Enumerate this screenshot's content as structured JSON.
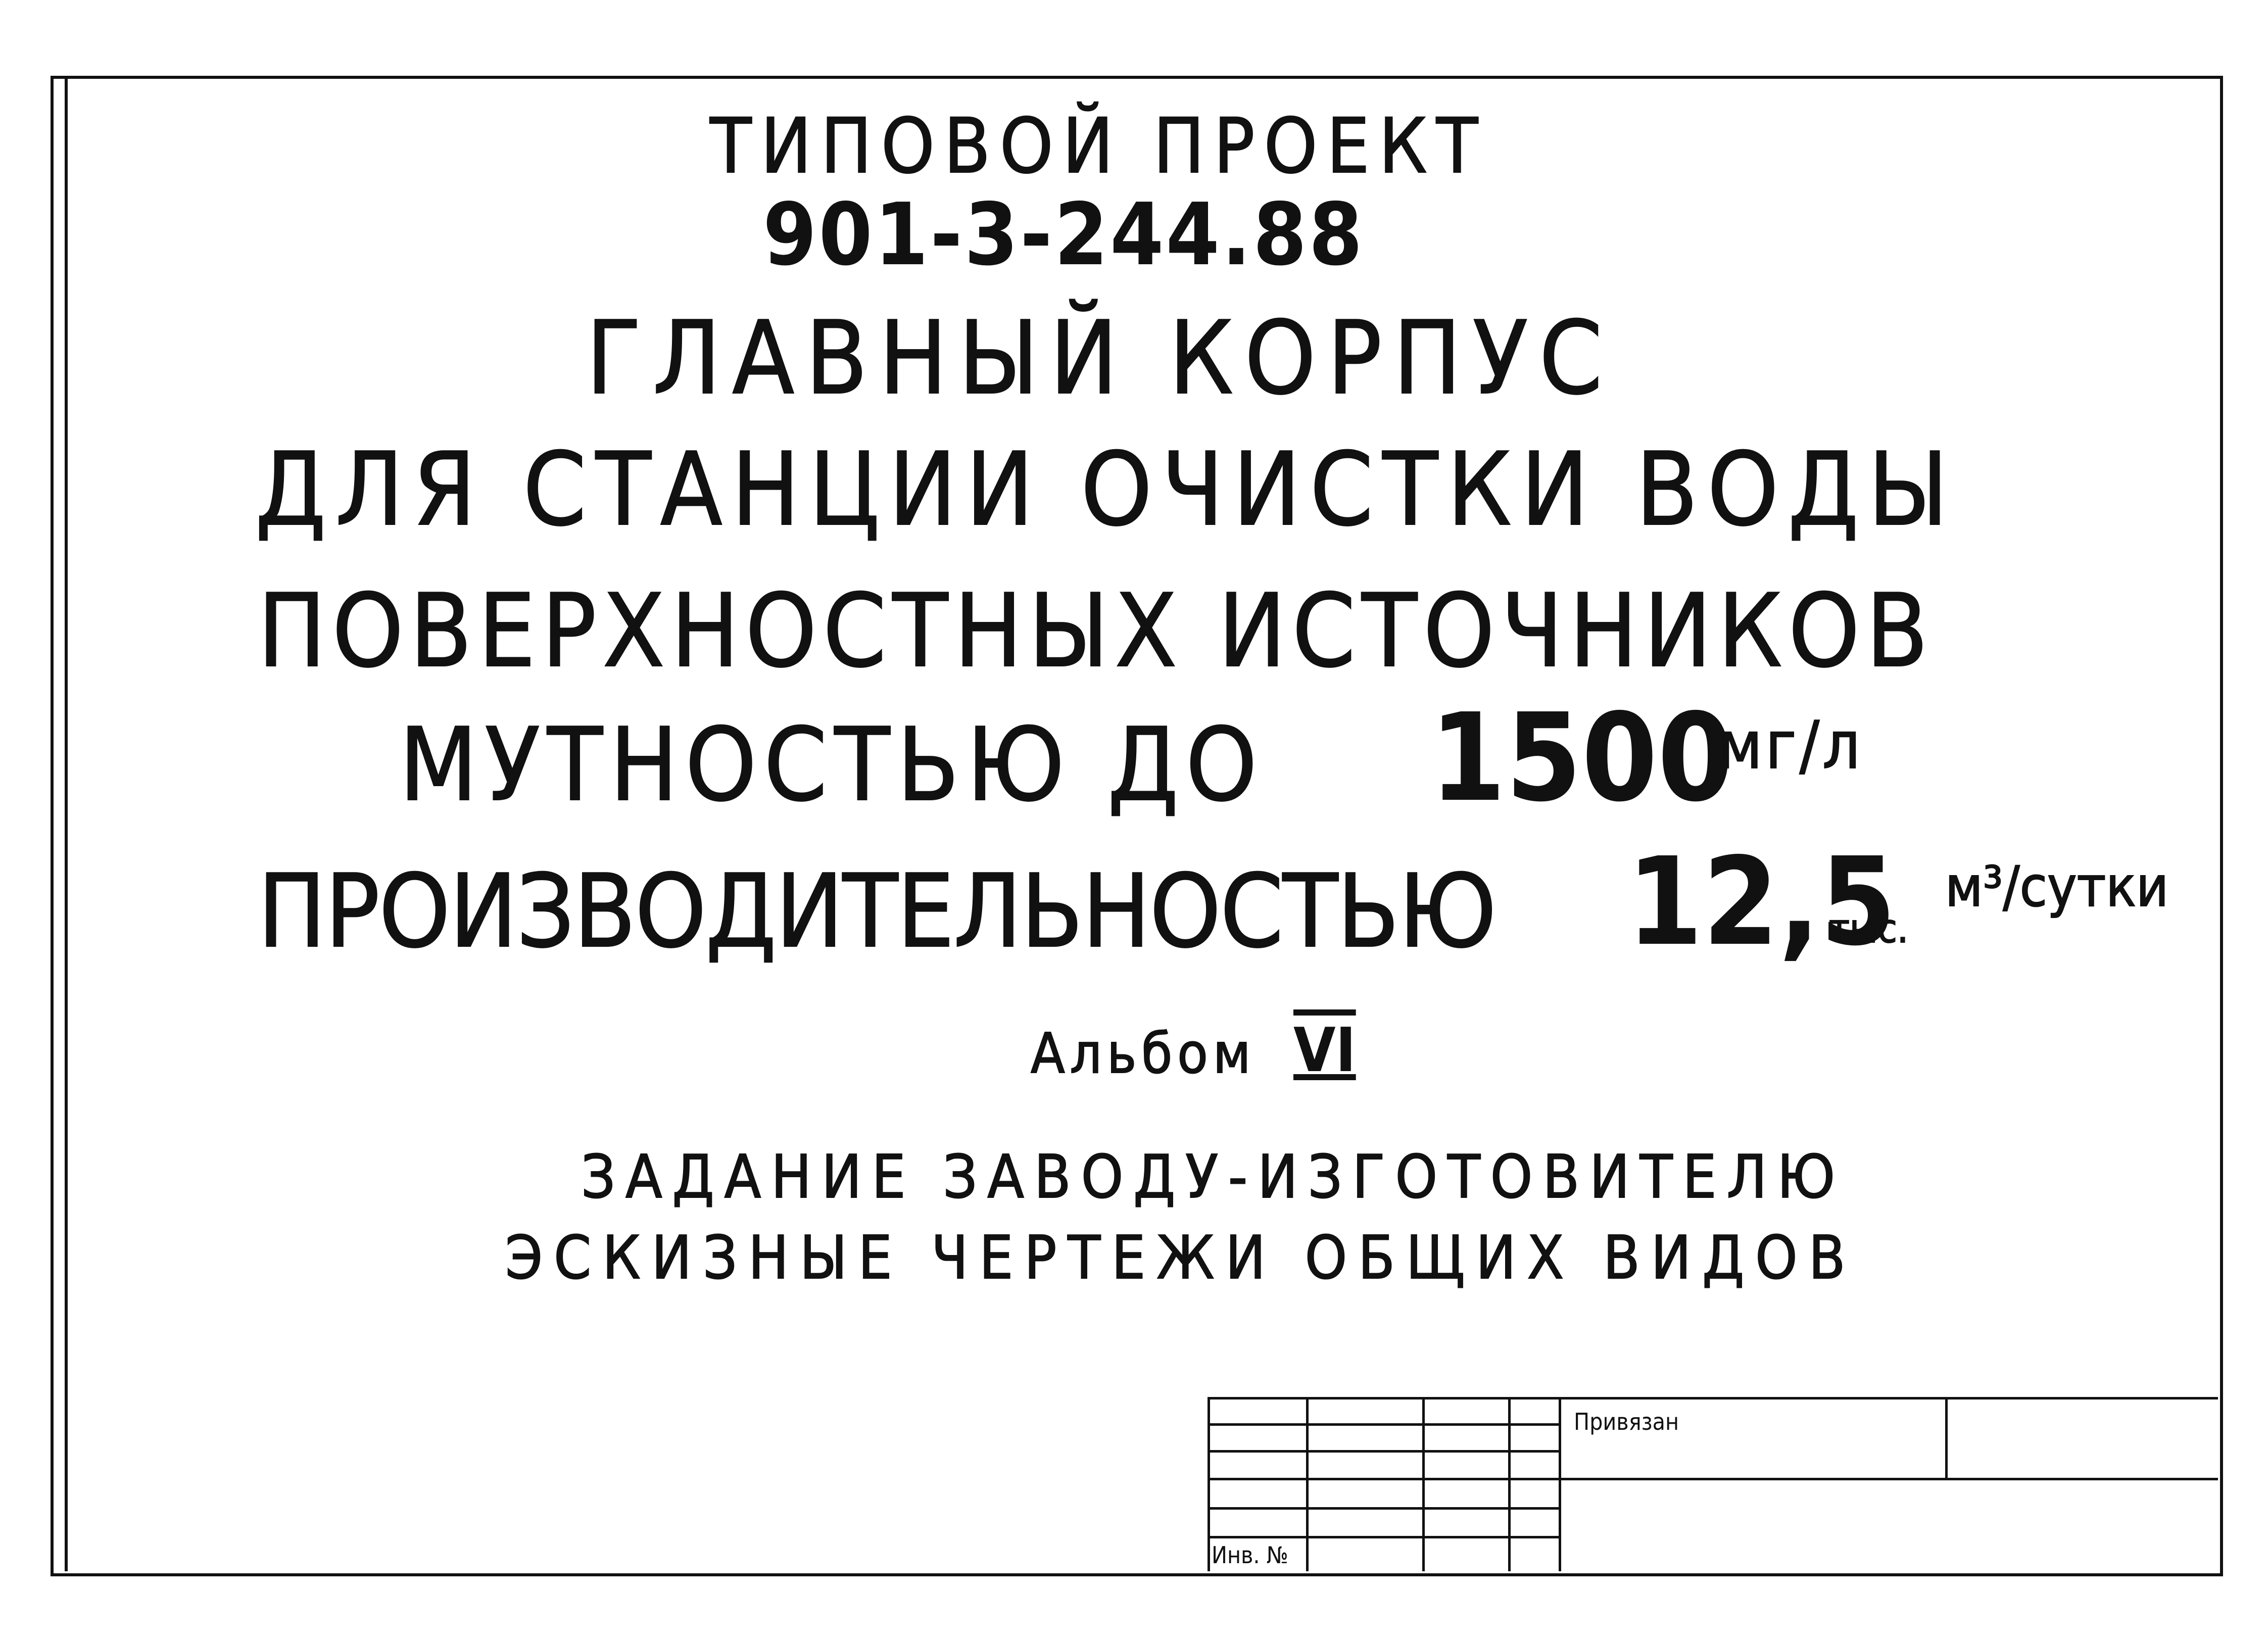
{
  "sheet": {
    "line1": "ТИПОВОЙ ПРОЕКТ",
    "line2": "901-3-244.88",
    "line3": "ГЛАВНЫЙ КОРПУС",
    "line4": "ДЛЯ СТАНЦИИ ОЧИСТКИ ВОДЫ",
    "line5": "ПОВЕРХНОСТНЫХ ИСТОЧНИКОВ",
    "line6a": "МУТНОСТЬЮ ДО",
    "line6b": "1500",
    "line6c": "мг/л",
    "line7a": "ПРОИЗВОДИТЕЛЬНОСТЬЮ",
    "line7b": "12,5",
    "line7c": "тыс.",
    "line7d": "м³/сутки",
    "album": "Альбом",
    "album_num": "VI",
    "subtitle1": "ЗАДАНИЕ ЗАВОДУ-ИЗГОТОВИТЕЛЮ",
    "subtitle2": "ЭСКИЗНЫЕ ЧЕРТЕЖИ ОБЩИХ ВИДОВ"
  },
  "title_block": {
    "attached_label": "Привязан",
    "inv_label": "Инв. №"
  }
}
